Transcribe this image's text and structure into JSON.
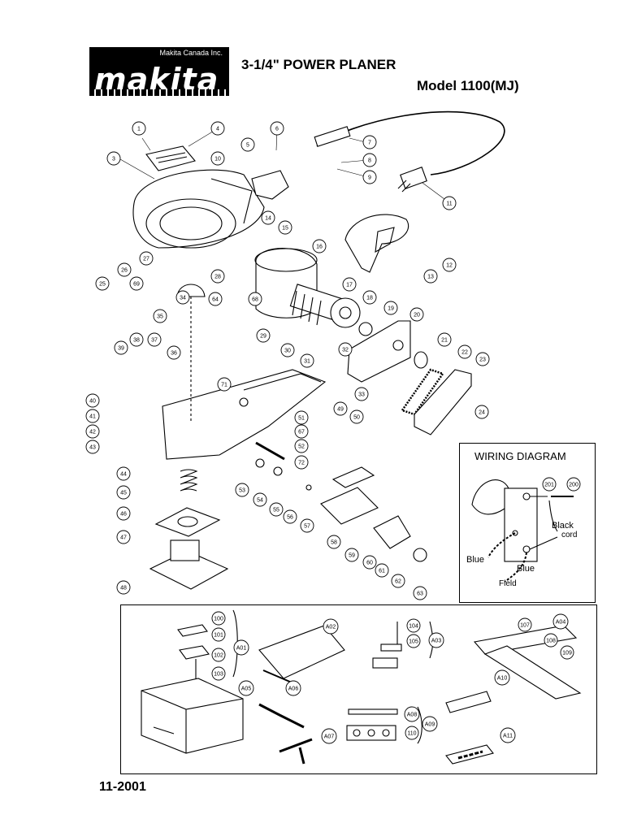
{
  "header": {
    "company": "Makita Canada Inc.",
    "brand": "makita",
    "title": "3-1/4\" POWER PLANER",
    "model": "Model  1100(MJ)"
  },
  "footer": {
    "date": "11-2001"
  },
  "wiring": {
    "title": "WIRING DIAGRAM",
    "labels": {
      "black": "Black",
      "cord": "cord",
      "blue1": "Blue",
      "blue2": "Blue",
      "field": "Field"
    },
    "parts": [
      "201",
      "200"
    ]
  },
  "callouts": [
    {
      "id": "1"
    },
    {
      "id": "4"
    },
    {
      "id": "6"
    },
    {
      "id": "3"
    },
    {
      "id": "10"
    },
    {
      "id": "5"
    },
    {
      "id": "7"
    },
    {
      "id": "8"
    },
    {
      "id": "9"
    },
    {
      "id": "11"
    },
    {
      "id": "14"
    },
    {
      "id": "15"
    },
    {
      "id": "16"
    },
    {
      "id": "12"
    },
    {
      "id": "13"
    },
    {
      "id": "25"
    },
    {
      "id": "26"
    },
    {
      "id": "27"
    },
    {
      "id": "69"
    },
    {
      "id": "28"
    },
    {
      "id": "64"
    },
    {
      "id": "68"
    },
    {
      "id": "17"
    },
    {
      "id": "18"
    },
    {
      "id": "34"
    },
    {
      "id": "35"
    },
    {
      "id": "19"
    },
    {
      "id": "20"
    },
    {
      "id": "29"
    },
    {
      "id": "21"
    },
    {
      "id": "22"
    },
    {
      "id": "23"
    },
    {
      "id": "38"
    },
    {
      "id": "37"
    },
    {
      "id": "39"
    },
    {
      "id": "36"
    },
    {
      "id": "30"
    },
    {
      "id": "31"
    },
    {
      "id": "32"
    },
    {
      "id": "33"
    },
    {
      "id": "71"
    },
    {
      "id": "24"
    },
    {
      "id": "40"
    },
    {
      "id": "41"
    },
    {
      "id": "42"
    },
    {
      "id": "43"
    },
    {
      "id": "49"
    },
    {
      "id": "50"
    },
    {
      "id": "51"
    },
    {
      "id": "67"
    },
    {
      "id": "52"
    },
    {
      "id": "72"
    },
    {
      "id": "44"
    },
    {
      "id": "45"
    },
    {
      "id": "46"
    },
    {
      "id": "53"
    },
    {
      "id": "54"
    },
    {
      "id": "55"
    },
    {
      "id": "56"
    },
    {
      "id": "57"
    },
    {
      "id": "47"
    },
    {
      "id": "58"
    },
    {
      "id": "59"
    },
    {
      "id": "60"
    },
    {
      "id": "61"
    },
    {
      "id": "62"
    },
    {
      "id": "63"
    },
    {
      "id": "48"
    }
  ],
  "accessories": [
    {
      "id": "100"
    },
    {
      "id": "101"
    },
    {
      "id": "102"
    },
    {
      "id": "103"
    },
    {
      "id": "A01"
    },
    {
      "id": "A02"
    },
    {
      "id": "104"
    },
    {
      "id": "105"
    },
    {
      "id": "A03"
    },
    {
      "id": "107"
    },
    {
      "id": "A04"
    },
    {
      "id": "108"
    },
    {
      "id": "109"
    },
    {
      "id": "A05"
    },
    {
      "id": "A06"
    },
    {
      "id": "A10"
    },
    {
      "id": "A08"
    },
    {
      "id": "A09"
    },
    {
      "id": "110"
    },
    {
      "id": "A07"
    },
    {
      "id": "A11"
    }
  ]
}
